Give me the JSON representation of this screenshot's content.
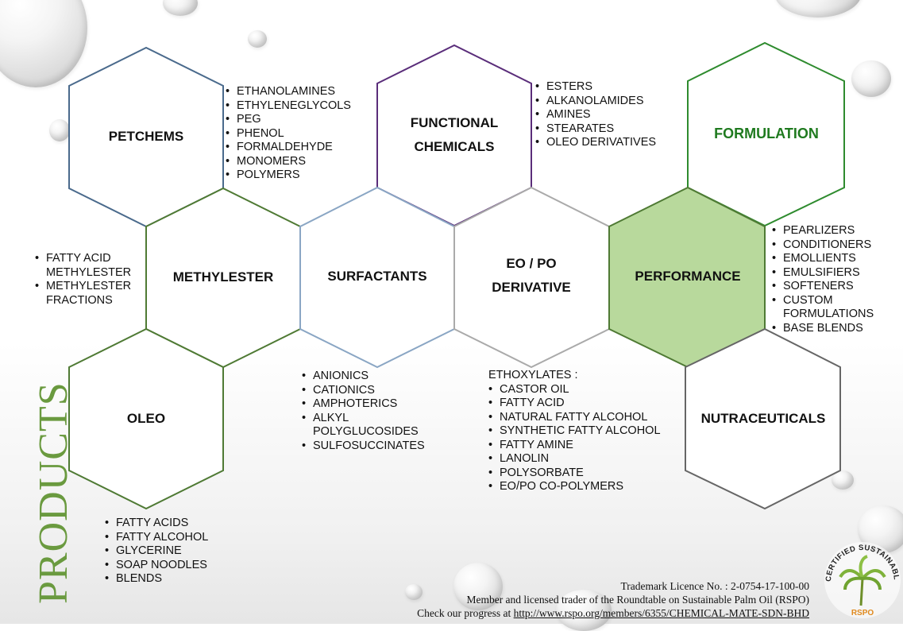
{
  "title": "PRODUCTS",
  "colors": {
    "petchems": "#4a6a8c",
    "functional": "#5a2d7a",
    "formulation": "#2e8b2e",
    "formulation_text": "#1f7a1f",
    "methylester": "#4f7a34",
    "surfactants": "#8aa6c4",
    "eo_po": "#aaaaaa",
    "performance_fill": "#b8d99c",
    "nutraceuticals": "#666666",
    "oleo": "#4f7a34",
    "products_title": "#6a9a3f"
  },
  "hexagons": {
    "petchems": "PETCHEMS",
    "functional": "FUNCTIONAL\nCHEMICALS",
    "formulation": "FORMULATION",
    "methylester": "METHYLESTER",
    "surfactants": "SURFACTANTS",
    "eo_po": "EO / PO\nDERIVATIVE",
    "performance": "PERFORMANCE",
    "oleo": "OLEO",
    "nutraceuticals": "NUTRACEUTICALS"
  },
  "lists": {
    "petchems": [
      "ETHANOLAMINES",
      "ETHYLENEGLYCOLS",
      "PEG",
      "PHENOL",
      "FORMALDEHYDE",
      "MONOMERS",
      "POLYMERS"
    ],
    "functional": [
      "ESTERS",
      "ALKANOLAMIDES",
      "AMINES",
      "STEARATES",
      "OLEO DERIVATIVES"
    ],
    "methylester": [
      "FATTY ACID METHYLESTER",
      "METHYLESTER FRACTIONS"
    ],
    "surfactants": [
      "ANIONICS",
      "CATIONICS",
      "AMPHOTERICS",
      "ALKYL POLYGLUCOSIDES",
      "SULFOSUCCINATES"
    ],
    "eo_po_heading": "ETHOXYLATES :",
    "eo_po": [
      "CASTOR OIL",
      "FATTY ACID",
      "NATURAL FATTY ALCOHOL",
      "SYNTHETIC FATTY ALCOHOL",
      "FATTY AMINE",
      "LANOLIN",
      "POLYSORBATE",
      "EO/PO CO-POLYMERS"
    ],
    "performance": [
      "PEARLIZERS",
      "CONDITIONERS",
      "EMOLLIENTS",
      "EMULSIFIERS",
      "SOFTENERS",
      "CUSTOM FORMULATIONS",
      "BASE BLENDS"
    ],
    "oleo": [
      "FATTY ACIDS",
      "FATTY ALCOHOL",
      "GLYCERINE",
      "SOAP NOODLES",
      "BLENDS"
    ]
  },
  "footer": {
    "line1": "Trademark Licence No. : 2-0754-17-100-00",
    "line2": "Member and licensed trader of the Roundtable on Sustainable Palm Oil (RSPO)",
    "line3_prefix": "Check our progress at ",
    "line3_link": "http://www.rspo.org/members/6355/CHEMICAL-MATE-SDN-BHD"
  },
  "logo": {
    "ring_text": "CERTIFIED SUSTAINABLE PALM OIL",
    "mark": "RSPO",
    "icon": "palm-tree-icon"
  }
}
